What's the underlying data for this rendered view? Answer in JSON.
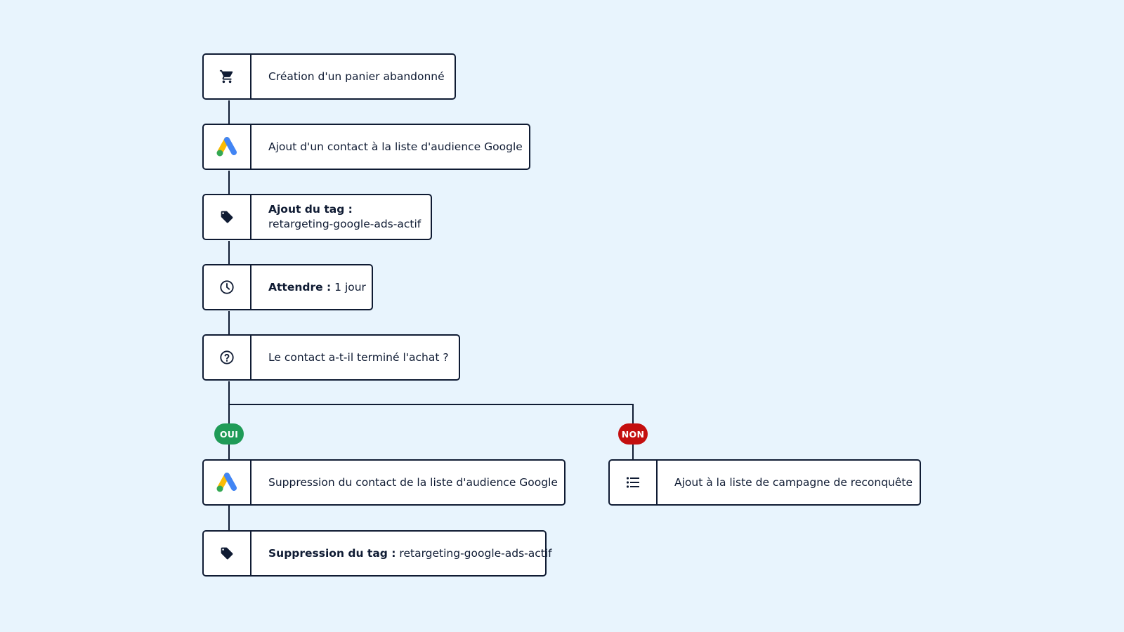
{
  "colors": {
    "background": "#e8f4fd",
    "ink": "#0f1b33",
    "yes": "#1f9b57",
    "no": "#c40f0f",
    "google_blue": "#4285f4",
    "google_yellow": "#fbbc04",
    "google_green": "#34a853"
  },
  "steps": [
    {
      "icon": "cart-icon",
      "text": "Création d'un panier abandonné"
    },
    {
      "icon": "google-ads-icon",
      "text": "Ajout d'un contact à la liste d'audience Google"
    },
    {
      "icon": "tag-icon",
      "label": "Ajout du tag :",
      "value": "retargeting-google-ads-actif"
    },
    {
      "icon": "clock-icon",
      "label": "Attendre :",
      "value": "1 jour"
    },
    {
      "icon": "question-icon",
      "text": "Le contact a-t-il terminé l'achat ?"
    }
  ],
  "branches": {
    "yes": {
      "label": "OUI",
      "steps": [
        {
          "icon": "google-ads-icon",
          "text": "Suppression du contact de la liste d'audience Google"
        },
        {
          "icon": "tag-icon",
          "label": "Suppression du tag :",
          "value": "retargeting-google-ads-actif"
        }
      ]
    },
    "no": {
      "label": "NON",
      "steps": [
        {
          "icon": "list-icon",
          "text": "Ajout à la liste de campagne de reconquête"
        }
      ]
    }
  }
}
